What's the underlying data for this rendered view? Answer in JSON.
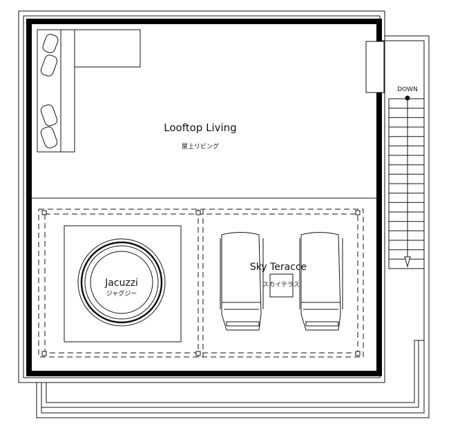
{
  "rooms": {
    "living": {
      "name": "Looftop Living",
      "name_jp": "屋上リビング"
    },
    "jacuzzi": {
      "name": "Jacuzzi",
      "name_jp": "ジャグジー"
    },
    "terrace": {
      "name": "Sky Teracce",
      "name_jp": "スカイテラス"
    }
  },
  "stairs": {
    "label": "DOWN",
    "steps": 18
  },
  "colors": {
    "line": "#111111",
    "wall": "#000000",
    "background": "#ffffff"
  }
}
